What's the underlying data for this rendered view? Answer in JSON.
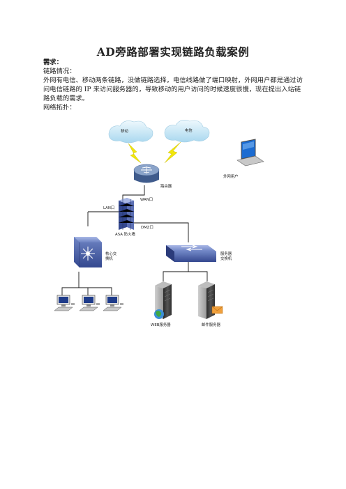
{
  "document": {
    "title": "AD旁路部署实现链路负载案例",
    "requirement_heading": "需求：",
    "link_situation": "链路情况：",
    "description_lines": [
      "外网有电信、移动两条链路，没做链路选择，电信线路做了端口映射，外网用户都是通过访",
      "问电信链路的 IP 来访问服务器的，导致移动的用户访问的时候速度很慢，现在提出入站链",
      "路负载的需求。"
    ],
    "topology_heading": "网络拓扑："
  },
  "diagram": {
    "cloud_mobile": "移动",
    "cloud_telecom": "电信",
    "router": "路由器",
    "wan_port": "WAN口",
    "lan_port": "LAN口",
    "firewall": "ASA 防火墙",
    "dmz_port": "DMZ口",
    "core_switch_line1": "核心交",
    "core_switch_line2": "换机",
    "server_switch_line1": "服务器",
    "server_switch_line2": "交换机",
    "external_user": "外网用户",
    "web_server": "WEB服务器",
    "mail_server": "邮件服务器"
  }
}
